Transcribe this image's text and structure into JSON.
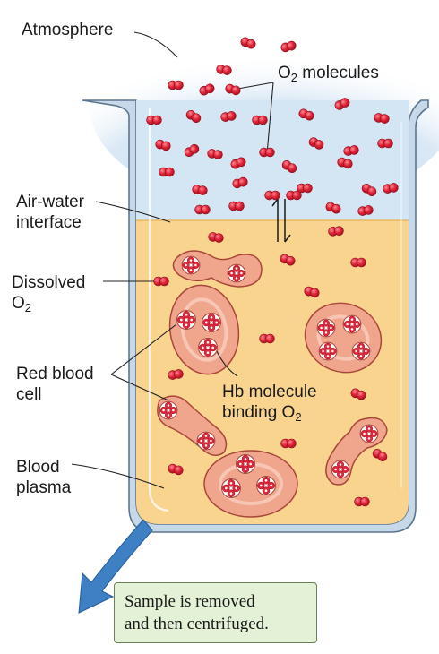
{
  "labels": {
    "atmosphere": "Atmosphere",
    "o2_molecules_main": "O",
    "o2_molecules_sub": "2",
    "o2_molecules_rest": " molecules",
    "air_water_line1": "Air-water",
    "air_water_line2": "interface",
    "dissolved_line1": "Dissolved",
    "dissolved_o": "O",
    "dissolved_sub": "2",
    "rbc_line1": "Red blood",
    "rbc_line2": "cell",
    "hb_line1": "Hb molecule",
    "hb_line2_main": "binding O",
    "hb_line2_sub": "2",
    "plasma_line1": "Blood",
    "plasma_line2": "plasma"
  },
  "sample_box": {
    "line1": "Sample is removed",
    "line2": "and then centrifuged."
  },
  "colors": {
    "air": "#d4e6f4",
    "plasma": "#f9d48f",
    "rbc_fill": "#f0a58d",
    "rbc_edge": "#a8473a",
    "o2": "#e0263a",
    "arrow": "#3f7fc4",
    "box_fill": "#e3f1d6"
  }
}
